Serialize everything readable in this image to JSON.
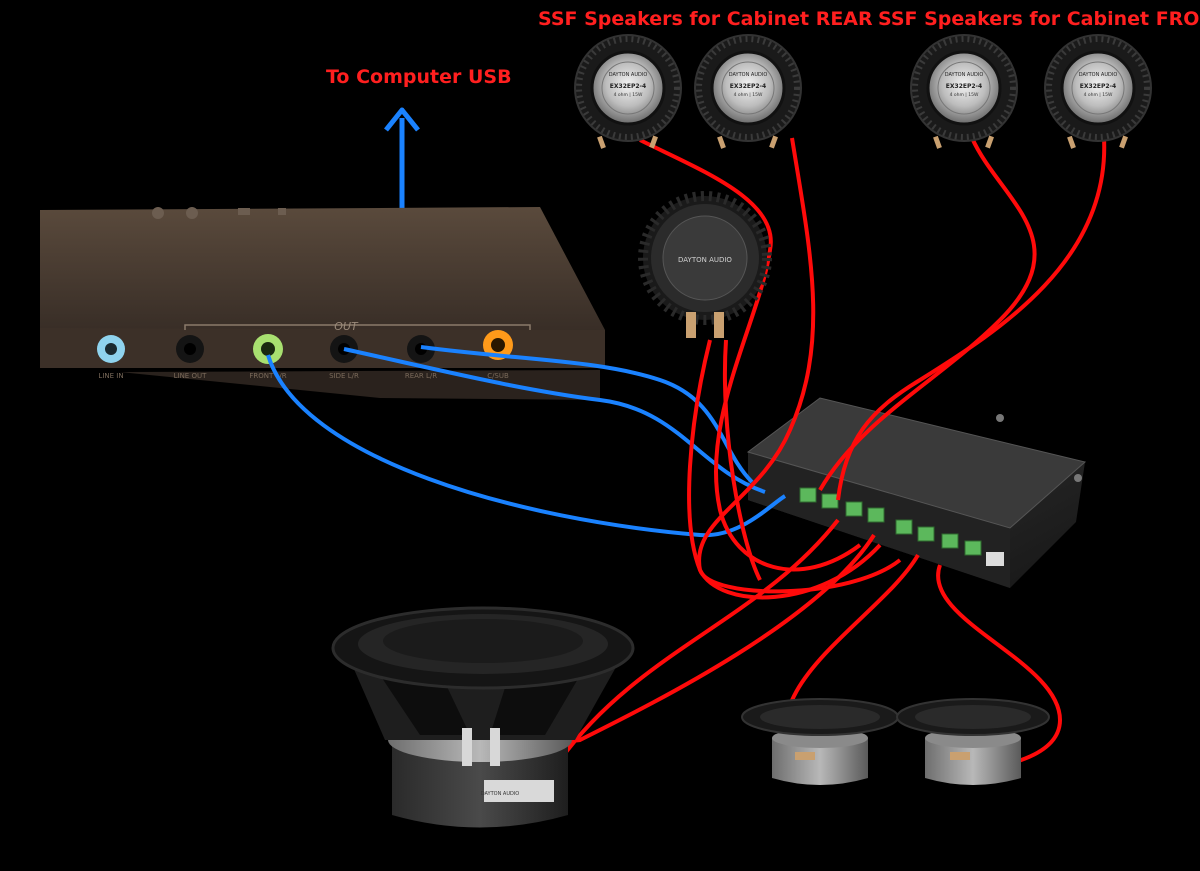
{
  "labels": {
    "usb": "To Computer USB",
    "rear": "SSF Speakers for Cabinet REAR",
    "front": "SSF Speakers for Cabinet FRONT"
  },
  "sound_card": {
    "out_label": "OUT",
    "ports": [
      "LINE IN",
      "LINE OUT",
      "FRONT L/R",
      "SIDE L/R",
      "REAR L/R",
      "C/SUB"
    ]
  },
  "speaker": {
    "brand": "DAYTON AUDIO",
    "model": "EX32EP2-4",
    "spec": "4 ohm | 15W"
  },
  "subwoofer": {
    "brand": "DAYTON AUDIO"
  },
  "colors": {
    "label": "#ff1f1f",
    "red_wire": "#ff0a0a",
    "blue_wire": "#1a82ff",
    "port_line_in": "#8fd3ee",
    "port_front": "#a8e070",
    "port_sub": "#ff9a1a",
    "terminal": "#5cb85c"
  }
}
